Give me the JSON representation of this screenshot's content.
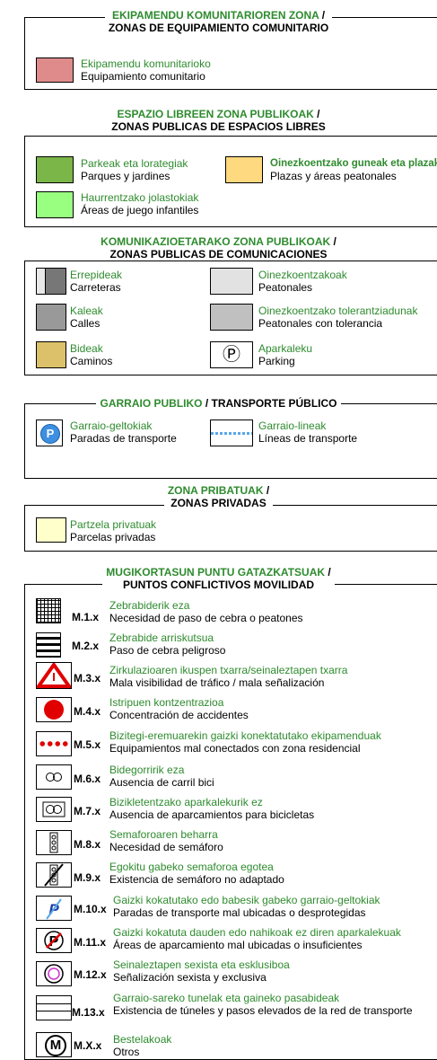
{
  "s1": {
    "title_eu": "EKIPAMENDU KOMUNITARIOREN ZONA",
    "sep": " /",
    "title_es": "ZONAS DE EQUIPAMIENTO COMUNITARIO",
    "items": [
      {
        "eu": "Ekipamendu komunitarioko",
        "es": "Equipamiento comunitario",
        "color": "#e08b8b"
      }
    ]
  },
  "s2": {
    "title_eu": "ESPAZIO LIBREEN ZONA PUBLIKOAK",
    "sep": " /",
    "title_es": "ZONAS PUBLICAS DE ESPACIOS LIBRES",
    "items": [
      {
        "eu": "Parkeak eta lorategiak",
        "es": "Parques y jardines",
        "color": "#7ab648"
      },
      {
        "eu": "Oinezkoentzako guneak eta plazak",
        "es": "Plazas y áreas peatonales",
        "color": "#ffd97f"
      },
      {
        "eu": "Haurrentzako jolastokiak",
        "es": "Áreas de juego infantiles",
        "color": "#99ff80"
      }
    ]
  },
  "s3": {
    "title_eu": "KOMUNIKAZIOETARAKO ZONA PUBLIKOAK",
    "sep": " /",
    "title_es": "ZONAS PUBLICAS DE COMUNICACIONES",
    "items": [
      {
        "eu": "Errepideak",
        "es": "Carreteras",
        "color": "#777777"
      },
      {
        "eu": "Oinezkoentzakoak",
        "es": "Peatonales",
        "color": "#e2e2e2"
      },
      {
        "eu": "Kaleak",
        "es": "Calles",
        "color": "#999999"
      },
      {
        "eu": "Oinezkoentzako tolerantziadunak",
        "es": "Peatonales con tolerancia",
        "color": "#c0c0c0"
      },
      {
        "eu": "Bideak",
        "es": "Caminos",
        "color": "#dcc16a"
      },
      {
        "eu": "Aparkaleku",
        "es": "Parking",
        "symbol": "Ⓟ"
      }
    ]
  },
  "s4": {
    "title_eu": "GARRAIO PUBLIKO",
    "sep": " / ",
    "title_es": "TRANSPORTE PÚBLICO",
    "items": [
      {
        "eu": "Garraio-geltokiak",
        "es": "Paradas de transporte",
        "symbol": "P",
        "color": "#3d8fe0"
      },
      {
        "eu": "Garraio-lineak",
        "es": "Líneas de transporte",
        "color": "#5aa6e8"
      }
    ]
  },
  "s5": {
    "title_eu": "ZONA PRIBATUAK",
    "sep": " /",
    "title_es": "ZONAS PRIVADAS",
    "items": [
      {
        "eu": "Partzela privatuak",
        "es": "Parcelas privadas",
        "color": "#ffffcc"
      }
    ]
  },
  "s6": {
    "title_eu": "MUGIKORTASUN PUNTU GATAZKATSUAK",
    "sep": " /",
    "title_es": "PUNTOS CONFLICTIVOS MOVILIDAD",
    "items": [
      {
        "code": "M.1.x",
        "eu": "Zebrabiderik eza",
        "es": "Necesidad de paso de cebra o peatones",
        "icon": "grid-icon"
      },
      {
        "code": "M.2.x",
        "eu": "Zebrabide arriskutsua",
        "es": "Paso de cebra peligroso",
        "icon": "zebra-icon"
      },
      {
        "code": "M.3.x",
        "eu": "Zirkulazioaren ikuspen txarra/seinaleztapen txarra",
        "es": "Mala visibilidad de tráfico / mala señalización",
        "icon": "warning-triangle-icon"
      },
      {
        "code": "M.4.x",
        "eu": "Istripuen kontzentrazioa",
        "es": "Concentración de accidentes",
        "icon": "red-dot-icon"
      },
      {
        "code": "M.5.x",
        "eu": "Bizitegi-eremuarekin gaizki konektatutako ekipamenduak",
        "es": "Equipamientos mal conectados con zona residencial",
        "icon": "dots-icon"
      },
      {
        "code": "M.6.x",
        "eu": "Bidegorririk eza",
        "es": "Ausencia de carril bici",
        "icon": "bike-icon"
      },
      {
        "code": "M.7.x",
        "eu": "Bizikletentzako aparkalekurik ez",
        "es": "Ausencia de aparcamientos para bicicletas",
        "icon": "bike-parking-icon"
      },
      {
        "code": "M.8.x",
        "eu": "Semaforoaren beharra",
        "es": "Necesidad de semáforo",
        "icon": "traffic-light-icon"
      },
      {
        "code": "M.9.x",
        "eu": "Egokitu gabeko semaforoa egotea",
        "es": "Existencia de semáforo no adaptado",
        "icon": "traffic-light-crossed-icon"
      },
      {
        "code": "M.10.x",
        "eu": "Gaizki kokatutako edo babesik gabeko garraio-geltokiak",
        "es": "Paradas de transporte mal ubicadas o desprotegidas",
        "icon": "bus-stop-crossed-icon"
      },
      {
        "code": "M.11.x",
        "eu": "Gaizki kokatuta dauden edo nahikoak ez diren aparkalekuak",
        "es": "Áreas de aparcamiento mal ubicadas o insuficientes",
        "icon": "parking-crossed-icon"
      },
      {
        "code": "M.12.x",
        "eu": "Seinaleztapen sexista eta esklusiboa",
        "es": "Señalización sexista y exclusiva",
        "icon": "sexist-sign-icon"
      },
      {
        "code": "M.13.x",
        "eu": "Garraio-sareko tunelak eta gaineko pasabideak",
        "es": "Existencia de túneles y pasos elevados de la red de transporte",
        "icon": "tunnel-icon"
      },
      {
        "code": "M.X.x",
        "eu": "Bestelakoak",
        "es": "Otros",
        "icon": "circle-m-icon",
        "symbol": "M"
      }
    ]
  }
}
